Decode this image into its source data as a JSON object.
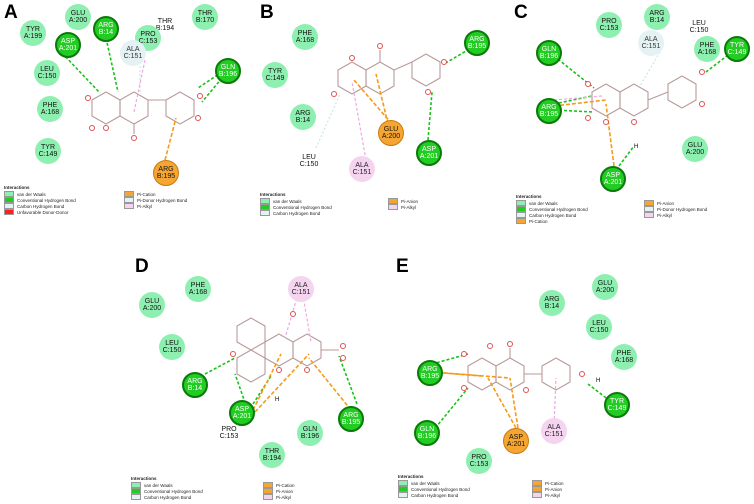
{
  "panels": {
    "A": {
      "label": "A",
      "residues": [
        {
          "text": "GLU\nA:200",
          "type": "vdw"
        },
        {
          "text": "TYR\nA:199",
          "type": "vdw"
        },
        {
          "text": "ARG\nB:14",
          "type": "hb"
        },
        {
          "text": "ASP\nA:201",
          "type": "hb"
        },
        {
          "text": "THR\nB:194",
          "type": "none"
        },
        {
          "text": "THR\nB:170",
          "type": "vdw"
        },
        {
          "text": "PRO\nC:153",
          "type": "vdw"
        },
        {
          "text": "ALA\nC:151",
          "type": "ch"
        },
        {
          "text": "LEU\nC:150",
          "type": "vdw"
        },
        {
          "text": "GLN\nB:196",
          "type": "hb"
        },
        {
          "text": "PHE\nA:168",
          "type": "vdw"
        },
        {
          "text": "TYR\nC:149",
          "type": "vdw"
        },
        {
          "text": "ARG\nB:195",
          "type": "pi"
        }
      ],
      "legend": {
        "title": "Interactions",
        "items": [
          "van der Waals",
          "Conventional Hydrogen Bond",
          "Carbon Hydrogen Bond",
          "Unfavorable Donor-Donor",
          "Pi-Cation",
          "Pi-Donor Hydrogen Bond",
          "Pi-Alkyl"
        ],
        "colors": [
          "#8ef0b0",
          "#22cc22",
          "#e4f2f4",
          "#ff2020",
          "#f5a531",
          "#e4f2f4",
          "#f5d4f0"
        ]
      }
    },
    "B": {
      "label": "B",
      "residues": [
        {
          "text": "PHE\nA:168",
          "type": "vdw"
        },
        {
          "text": "ARG\nB:195",
          "type": "hb"
        },
        {
          "text": "TYR\nC:149",
          "type": "vdw"
        },
        {
          "text": "ARG\nB:14",
          "type": "vdw"
        },
        {
          "text": "GLU\nA:200",
          "type": "pi"
        },
        {
          "text": "LEU\nC:150",
          "type": "none"
        },
        {
          "text": "ALA\nC:151",
          "type": "alk"
        },
        {
          "text": "ASP\nA:201",
          "type": "hb"
        }
      ],
      "legend": {
        "title": "Interactions",
        "items": [
          "van der Waals",
          "Conventional Hydrogen Bond",
          "Carbon Hydrogen Bond",
          "Pi-Anion",
          "Pi-Alkyl"
        ],
        "colors": [
          "#8ef0b0",
          "#22cc22",
          "#e4f2f4",
          "#f5a531",
          "#f5d4f0"
        ]
      }
    },
    "C": {
      "label": "C",
      "residues": [
        {
          "text": "PRO\nC:153",
          "type": "vdw"
        },
        {
          "text": "ARG\nB:14",
          "type": "vdw"
        },
        {
          "text": "LEU\nC:150",
          "type": "none"
        },
        {
          "text": "ALA\nC:151",
          "type": "ch"
        },
        {
          "text": "GLN\nB:196",
          "type": "hb"
        },
        {
          "text": "PHE\nA:168",
          "type": "vdw"
        },
        {
          "text": "TYR\nC:149",
          "type": "hb"
        },
        {
          "text": "ARG\nB:195",
          "type": "hb"
        },
        {
          "text": "GLU\nA:200",
          "type": "vdw"
        },
        {
          "text": "ASP\nA:201",
          "type": "hb"
        }
      ],
      "legend": {
        "title": "Interactions",
        "items": [
          "van der Waals",
          "Conventional Hydrogen Bond",
          "Carbon Hydrogen Bond",
          "Pi-Cation",
          "Pi-Anion",
          "Pi-Donor Hydrogen Bond",
          "Pi-Alkyl"
        ],
        "colors": [
          "#8ef0b0",
          "#22cc22",
          "#e4f2f4",
          "#f5a531",
          "#f5a531",
          "#e4f2f4",
          "#f5d4f0"
        ]
      }
    },
    "D": {
      "label": "D",
      "residues": [
        {
          "text": "PHE\nA:168",
          "type": "vdw"
        },
        {
          "text": "ALA\nC:151",
          "type": "alk"
        },
        {
          "text": "GLU\nA:200",
          "type": "vdw"
        },
        {
          "text": "LEU\nC:150",
          "type": "vdw"
        },
        {
          "text": "ARG\nB:14",
          "type": "hb"
        },
        {
          "text": "ASP\nA:201",
          "type": "hb"
        },
        {
          "text": "ARG\nB:195",
          "type": "hb"
        },
        {
          "text": "PRO\nC:153",
          "type": "none"
        },
        {
          "text": "GLN\nB:196",
          "type": "vdw"
        },
        {
          "text": "THR\nB:194",
          "type": "vdw"
        }
      ],
      "legend": {
        "title": "Interactions",
        "items": [
          "van der Waals",
          "Conventional Hydrogen Bond",
          "Carbon Hydrogen Bond",
          "Pi-Cation",
          "Pi-Anion",
          "Pi-Alkyl"
        ],
        "colors": [
          "#8ef0b0",
          "#22cc22",
          "#e4f2f4",
          "#f5a531",
          "#f5a531",
          "#f5d4f0"
        ]
      }
    },
    "E": {
      "label": "E",
      "residues": [
        {
          "text": "GLU\nA:200",
          "type": "vdw"
        },
        {
          "text": "ARG\nB:14",
          "type": "vdw"
        },
        {
          "text": "LEU\nC:150",
          "type": "vdw"
        },
        {
          "text": "PHE\nA:168",
          "type": "vdw"
        },
        {
          "text": "ARG\nB:195",
          "type": "hb"
        },
        {
          "text": "TYR\nC:149",
          "type": "hb"
        },
        {
          "text": "GLN\nB:196",
          "type": "hb"
        },
        {
          "text": "ASP\nA:201",
          "type": "pi"
        },
        {
          "text": "ALA\nC:151",
          "type": "alk"
        },
        {
          "text": "PRO\nC:153",
          "type": "vdw"
        }
      ],
      "legend": {
        "title": "Interactions",
        "items": [
          "van der Waals",
          "Conventional Hydrogen Bond",
          "Carbon Hydrogen Bond",
          "Pi-Cation",
          "Pi-Anion",
          "Pi-Alkyl"
        ],
        "colors": [
          "#8ef0b0",
          "#22cc22",
          "#e4f2f4",
          "#f5a531",
          "#f5a531",
          "#f5d4f0"
        ]
      }
    }
  },
  "h_label": "H"
}
